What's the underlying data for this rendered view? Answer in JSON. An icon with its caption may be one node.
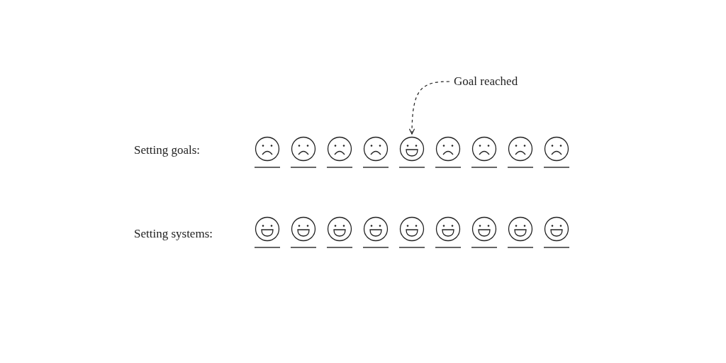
{
  "diagram": {
    "nodes": [
      {
        "text": [
          "Goal reached"
        ]
      },
      {
        "text": [],
        "shape": "picture"
      }
    ],
    "edges": [
      {
        "from": 0,
        "to": 1,
        "arrow": "to",
        "style": "dashed"
      }
    ],
    "labels": [
      "Setting goals:",
      "Setting systems:"
    ]
  }
}
